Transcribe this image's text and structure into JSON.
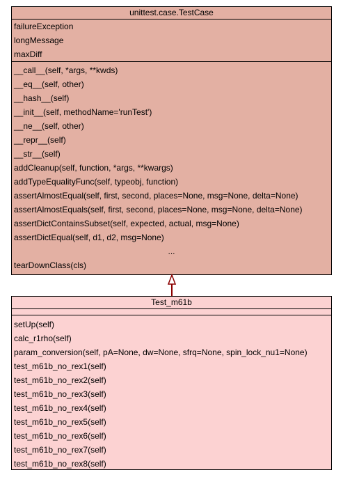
{
  "parent_class": {
    "name": "unittest.case.TestCase",
    "attributes": [
      "failureException",
      "longMessage",
      "maxDiff"
    ],
    "methods": [
      "__call__(self, *args, **kwds)",
      "__eq__(self, other)",
      "__hash__(self)",
      "__init__(self, methodName='runTest')",
      "__ne__(self, other)",
      "__repr__(self)",
      "__str__(self)",
      "addCleanup(self, function, *args, **kwargs)",
      "addTypeEqualityFunc(self, typeobj, function)",
      "assertAlmostEqual(self, first, second, places=None, msg=None, delta=None)",
      "assertAlmostEquals(self, first, second, places=None, msg=None, delta=None)",
      "assertDictContainsSubset(self, expected, actual, msg=None)",
      "assertDictEqual(self, d1, d2, msg=None)"
    ],
    "ellipsis": "...",
    "last_method": "tearDownClass(cls)",
    "fill_color": "#e3b0a3"
  },
  "child_class": {
    "name": "Test_m61b",
    "methods": [
      "setUp(self)",
      "calc_r1rho(self)",
      "param_conversion(self, pA=None, dw=None, sfrq=None, spin_lock_nu1=None)",
      "test_m61b_no_rex1(self)",
      "test_m61b_no_rex2(self)",
      "test_m61b_no_rex3(self)",
      "test_m61b_no_rex4(self)",
      "test_m61b_no_rex5(self)",
      "test_m61b_no_rex6(self)",
      "test_m61b_no_rex7(self)",
      "test_m61b_no_rex8(self)"
    ],
    "fill_color": "#fcd2d2"
  },
  "inheritance_arrow_color": "#8b0000"
}
